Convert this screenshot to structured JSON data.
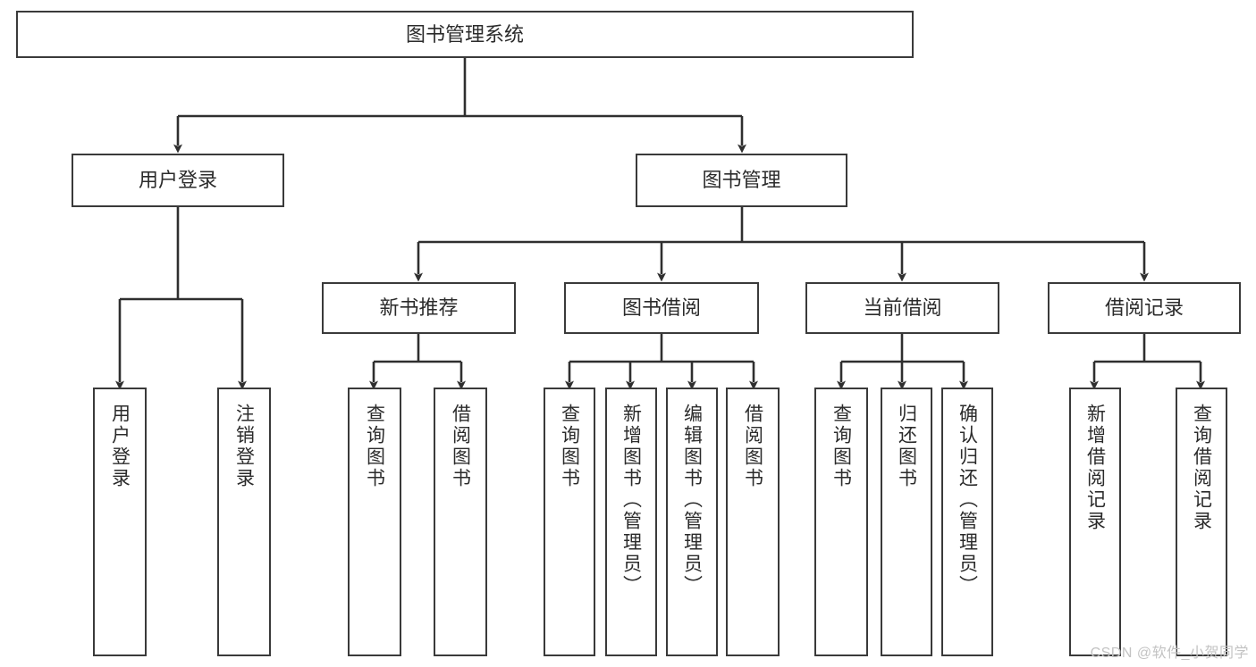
{
  "diagram": {
    "type": "tree-flowchart",
    "title": "图书管理系统",
    "watermark": "CSDN @软件_小贺同学",
    "colors": {
      "node_border": "#3a3a3a",
      "node_fill": "#ffffff",
      "text": "#2b2b2b",
      "connector": "#2f2f2f",
      "watermark": "#c3c3c3",
      "background": "#ffffff"
    },
    "root": {
      "label": "图书管理系统"
    },
    "level2": [
      {
        "label": "用户登录"
      },
      {
        "label": "图书管理"
      }
    ],
    "level3": [
      {
        "label": "新书推荐"
      },
      {
        "label": "图书借阅"
      },
      {
        "label": "当前借阅"
      },
      {
        "label": "借阅记录"
      }
    ],
    "leaves": {
      "user_login": [
        {
          "label": "用户登录"
        },
        {
          "label": "注销登录"
        }
      ],
      "new_book_recommend": [
        {
          "label": "查询图书"
        },
        {
          "label": "借阅图书"
        }
      ],
      "book_borrow": [
        {
          "label": "查询图书"
        },
        {
          "label": "新增图书（管理员）"
        },
        {
          "label": "编辑图书（管理员）"
        },
        {
          "label": "借阅图书"
        }
      ],
      "current_borrow": [
        {
          "label": "查询图书"
        },
        {
          "label": "归还图书"
        },
        {
          "label": "确认归还（管理员）"
        }
      ],
      "borrow_record": [
        {
          "label": "新增借阅记录"
        },
        {
          "label": "查询借阅记录"
        }
      ]
    }
  }
}
